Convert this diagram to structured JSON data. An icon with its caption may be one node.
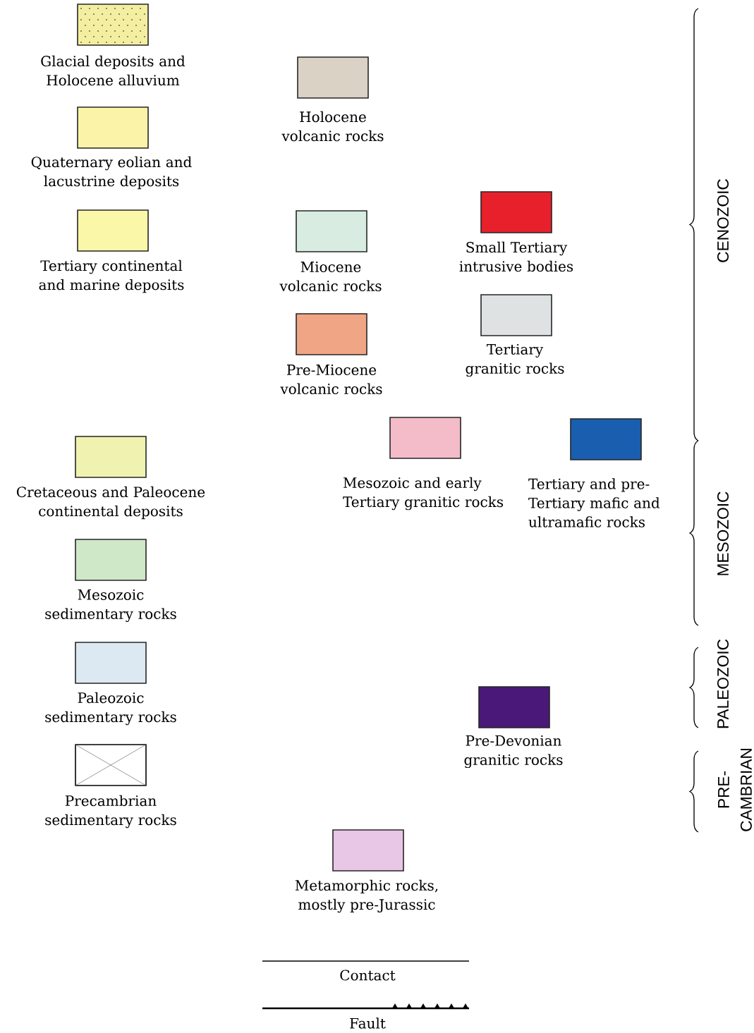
{
  "diagram": {
    "legend": [
      {
        "text": "Glacial deposits and Holocene alluvium",
        "color": "#f4eea0"
      },
      {
        "text": "Quaternary eolian and lacustrine deposits",
        "color": "#fbf4a8"
      },
      {
        "text": "Tertiary continental and marine deposits",
        "color": "#fbf7a8"
      },
      {
        "text": "Cretaceous and Paleocene continental deposits",
        "color": "#f0f3b0"
      },
      {
        "text": "Mesozoic sedimentary rocks",
        "color": "#cfe8c8"
      },
      {
        "text": "Paleozoic sedimentary rocks",
        "color": "#dce9f3"
      },
      {
        "text": "Precambrian sedimentary rocks"
      },
      {
        "text": "Holocene volcanic rocks",
        "color": "#d9d2c5"
      },
      {
        "text": "Miocene volcanic rocks",
        "color": "#d8ece2"
      },
      {
        "text": "Pre-Miocene volcanic rocks",
        "color": "#f0a685"
      },
      {
        "text": "Metamorphic rocks, mostly pre-Jurassic",
        "color": "#e8c6e6"
      },
      {
        "text": "Small Tertiary intrusive bodies",
        "color": "#e8202c"
      },
      {
        "text": "Tertiary granitic rocks",
        "color": "#dfe2e2"
      },
      {
        "text": "Mesozoic and early Tertiary granitic rocks",
        "color": "#f3bcc8"
      },
      {
        "text": "Tertiary and pre-Tertiary mafic and ultramafic rocks",
        "color": "#1a5faf"
      },
      {
        "text": "Pre-Devonian granitic rocks",
        "color": "#4a1878"
      },
      {
        "text": "Contact"
      },
      {
        "text": "Fault"
      }
    ],
    "labels": [
      "CENOZOIC",
      "MESOZOIC",
      "PALEOZOIC",
      "PRE-CAMBRIAN"
    ]
  }
}
